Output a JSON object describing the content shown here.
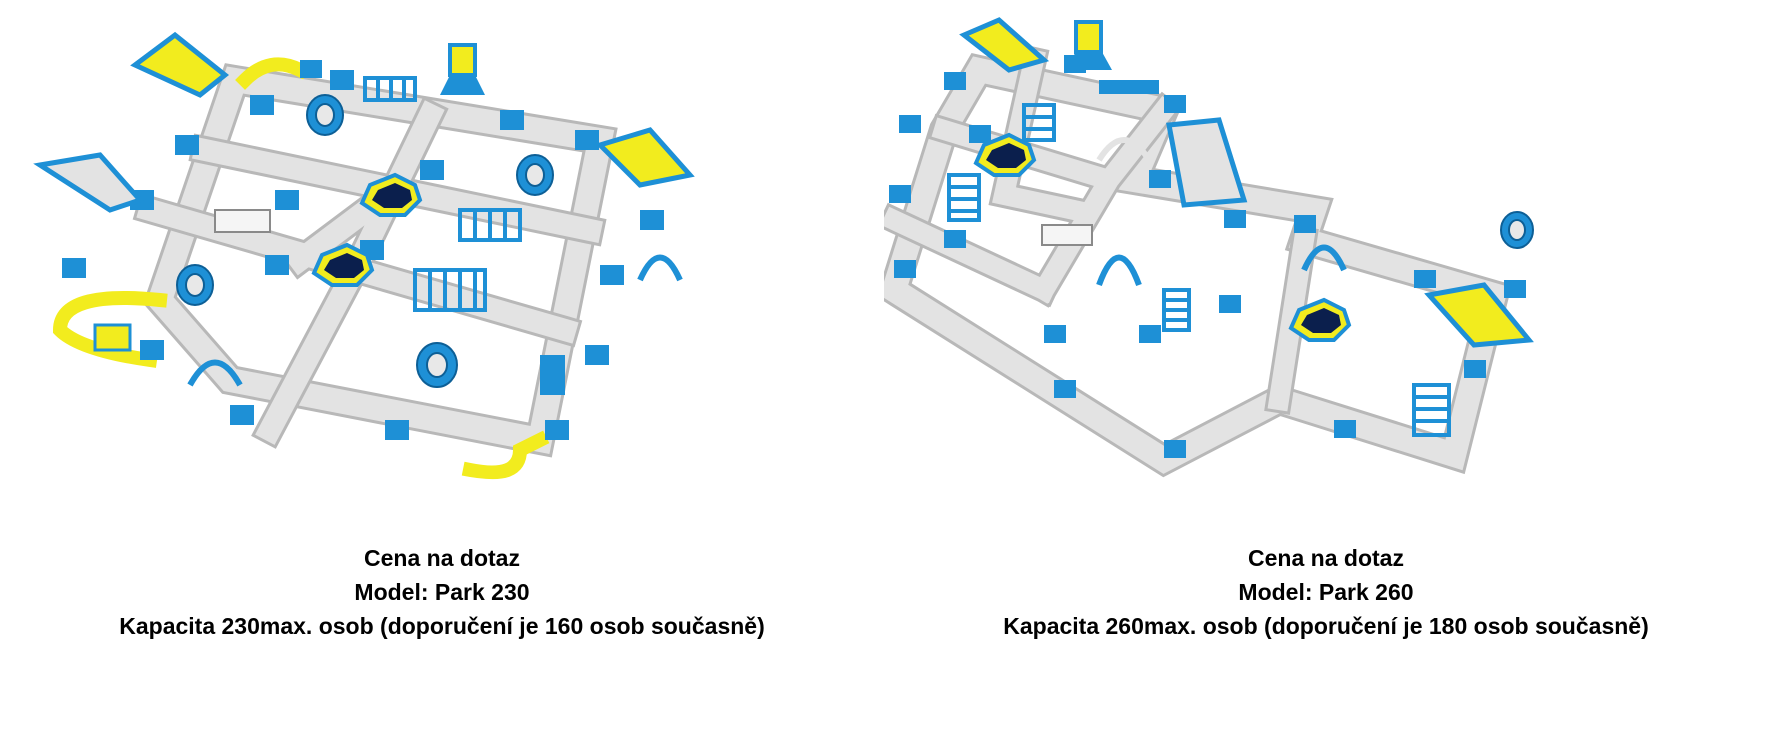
{
  "colors": {
    "walkway": "#e3e3e3",
    "walkway_edge": "#b8b8b8",
    "inflatable_blue": "#1e90d6",
    "inflatable_yellow": "#f2ec1e",
    "trampoline_dark": "#0b1f4d",
    "logo_orange": "#e8732a"
  },
  "parks": [
    {
      "price_line": "Cena na dotaz",
      "model_line": "Model: Park 230",
      "capacity_line": "Kapacita 230max. osob (doporučení  je 160 osob současně)",
      "visual_elements": [
        "inflatable-walkway",
        "trampoline-icon",
        "slide-icon",
        "climbing-tower-icon",
        "tube-icon",
        "ladder-icon",
        "arch-icon",
        "balance-beam-icon"
      ]
    },
    {
      "price_line": "Cena na dotaz",
      "model_line": "Model: Park 260",
      "capacity_line": "Kapacita 260max. osob (doporučení  je 180 osob současně)",
      "visual_elements": [
        "inflatable-walkway",
        "trampoline-icon",
        "slide-icon",
        "climbing-tower-icon",
        "tube-icon",
        "ladder-icon",
        "arch-icon",
        "balance-beam-icon"
      ]
    }
  ]
}
